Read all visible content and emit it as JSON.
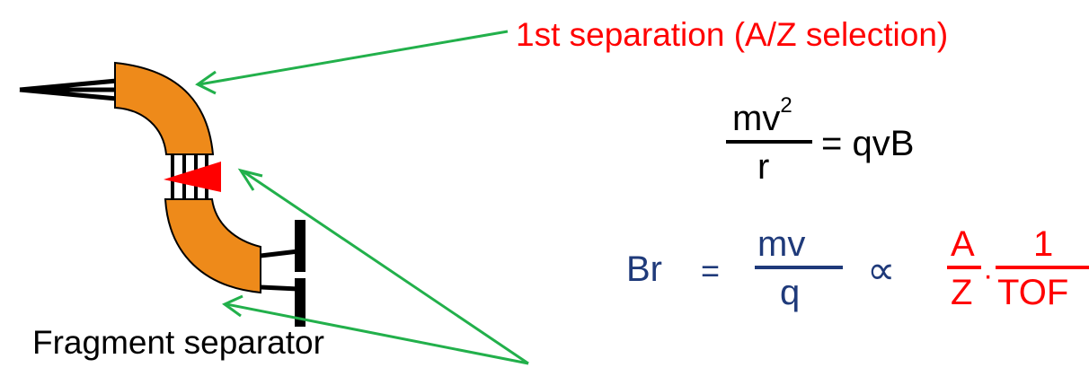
{
  "labels": {
    "title": "1st separation  (A/Z selection)",
    "caption": "Fragment separator"
  },
  "equation1": {
    "numerator": "mv",
    "exponent": "2",
    "denominator": "r",
    "rhs": "= qvB"
  },
  "equation2": {
    "lhs": "Br",
    "equals": "=",
    "numerator": "mv",
    "denominator": "q",
    "proportional": "∝",
    "frac1_num": "A",
    "frac1_den": "Z",
    "dot": "·",
    "frac2_num": "1",
    "frac2_den": "TOF"
  },
  "colors": {
    "magnet": "#ee8a1a",
    "arrow": "#22b04b",
    "highlight": "#ff0000",
    "navy": "#1f3a7a"
  }
}
